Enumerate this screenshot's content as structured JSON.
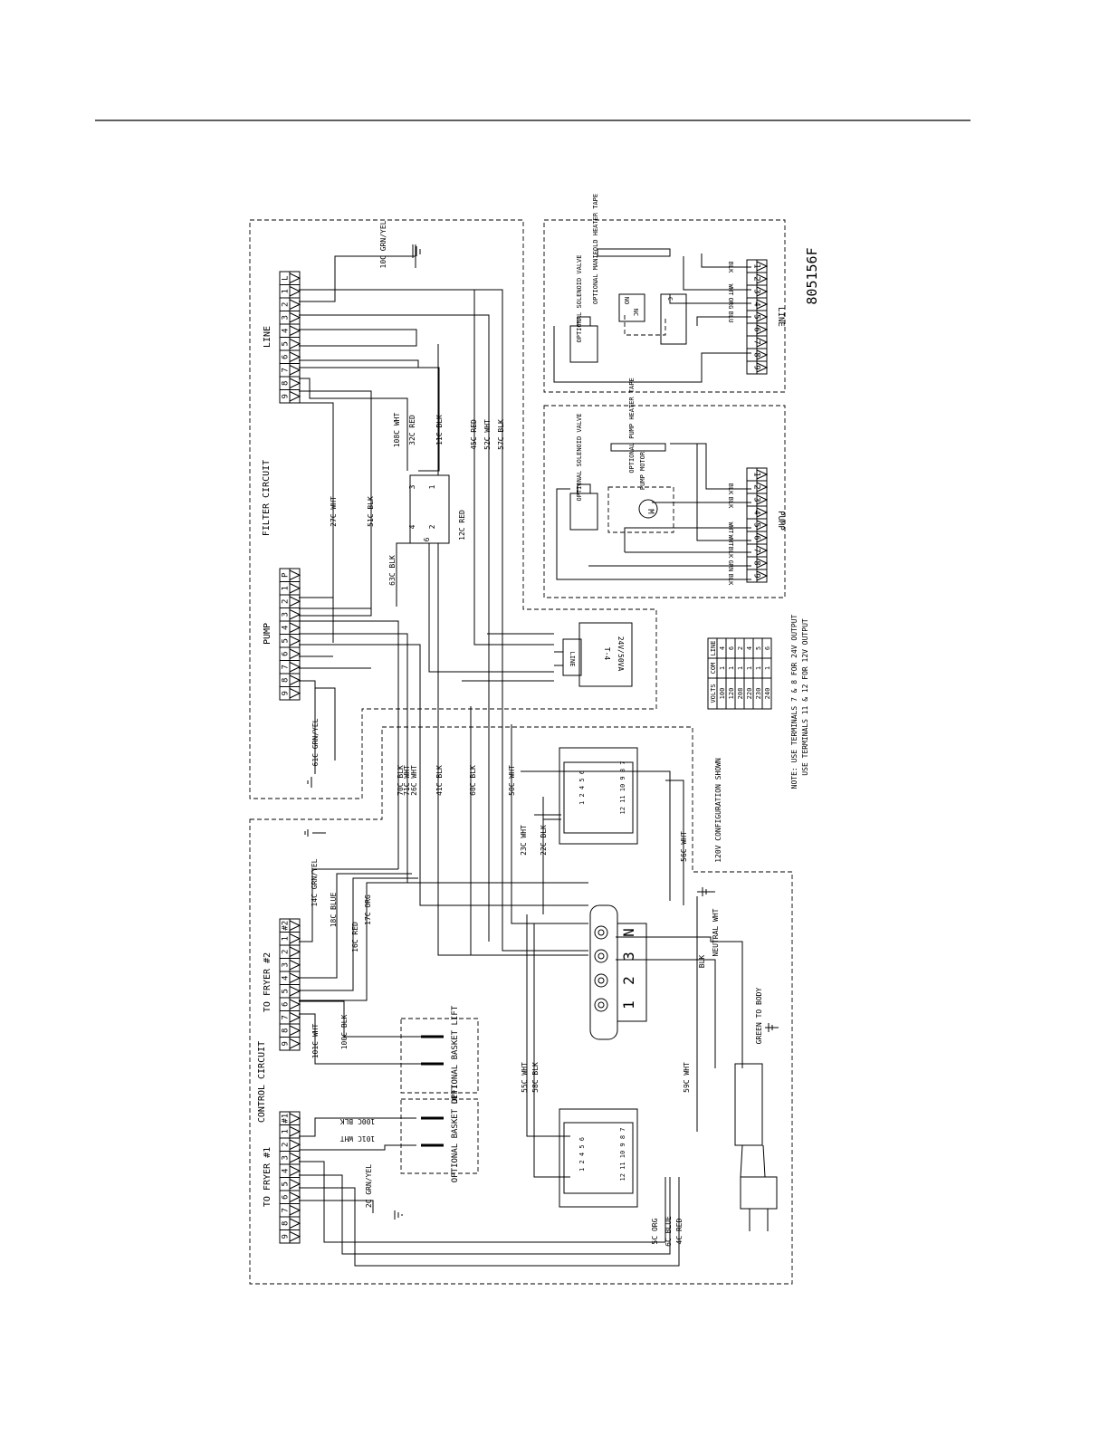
{
  "doc_number": "805156F",
  "sections": {
    "filter_circuit": "FILTER CIRCUIT",
    "control_circuit": "CONTROL CIRCUIT"
  },
  "blocks": {
    "line": "LINE",
    "pump": "PUMP",
    "to_fryer_1": "TO FRYER #1",
    "to_fryer_2": "TO FRYER #2",
    "inset_pump": "PUMP",
    "inset_line": "LINE"
  },
  "terminal_strips": {
    "line_pins": [
      "9",
      "8",
      "7",
      "6",
      "5",
      "4",
      "3",
      "2",
      "1",
      "L"
    ],
    "pump_pins": [
      "9",
      "8",
      "7",
      "6",
      "5",
      "4",
      "3",
      "2",
      "1",
      "P"
    ],
    "fryer1_pins": [
      "9",
      "8",
      "7",
      "6",
      "5",
      "4",
      "3",
      "2",
      "1",
      "#1"
    ],
    "fryer2_pins": [
      "9",
      "8",
      "7",
      "6",
      "5",
      "4",
      "3",
      "2",
      "1",
      "#2"
    ],
    "inset_pins": [
      "9",
      "8",
      "7",
      "6",
      "5",
      "4",
      "3",
      "2",
      "1"
    ]
  },
  "wire_labels": {
    "w10c": "10C GRN/YEL",
    "w108c": "108C WHT",
    "w32c": "32C RED",
    "w11c": "11C BLK",
    "w27c": "27C WHT",
    "w51c": "51C BLK",
    "w63c": "63C BLK",
    "w12c": "12C RED",
    "w45c": "45C RED",
    "w52c": "52C WHT",
    "w57c": "57C BLK",
    "w61c": "61C GRN/YEL",
    "w70c": "70C BLK",
    "w71c": "71C WHT",
    "w26c": "26C WHT",
    "w41c": "41C BLK",
    "w60c": "60C BLK",
    "w50c": "50C WHT",
    "w23c": "23C WHT",
    "w22c": "22C BLK",
    "w56c": "56C WHT",
    "w14c": "14C GRN/YEL",
    "w18c": "18C BLUE",
    "w16c": "16C RED",
    "w17c": "17C ORG",
    "w100c_a": "100C BLK",
    "w101c_a": "101C WHT",
    "w55c": "55C WHT",
    "w58c": "58C BLK",
    "w59c": "59C WHT",
    "w100c_b": "100C BLK",
    "w101c_b": "101C WHT",
    "w2c": "2C GRN/YEL",
    "w5c": "5C ORG",
    "w6c": "6C BLUE",
    "w4c": "4C RED"
  },
  "inset_wires": [
    "BLK",
    "BLK",
    "WHT",
    "WHT",
    "BLK",
    "GRN",
    "BLK"
  ],
  "inset_line_wires": [
    "BLK",
    "WHT",
    "ORG",
    "BLU"
  ],
  "components": {
    "transformer_label": "T-4",
    "transformer_rating": "24V/50VA",
    "transformer_line": "LINE",
    "relay_pins": [
      "3",
      "1",
      "4",
      "2",
      "6"
    ],
    "opt_solenoid_1": "OPTIONAL SOLENOID VALVE",
    "opt_pump_heater": "OPTIONAL PUMP HEATER TAPE",
    "pump_motor": "PUMP MOTOR",
    "motor_symbol": "M",
    "opt_solenoid_2": "OPTIONAL SOLENOID VALVE",
    "opt_manifold_heater": "OPTIONAL MANIFOLD HEATER TAPE",
    "relay_no": "NO",
    "relay_nc": "NC",
    "relay_c": "C",
    "opt_basket_lift_1": "OPTIONAL BASKET LIFT",
    "opt_basket_lift_2": "OPTIONAL BASKET LIFT",
    "terminal_block_numbers": [
      "1",
      "2",
      "3"
    ],
    "terminal_block_n": "N",
    "neutral": "NEUTRAL WHT",
    "blk": "BLK",
    "green_to_body": "GREEN TO BODY",
    "socket_pins_a": "1 2   4 5 6",
    "socket_pins_b": "12 11 10 9 8 7"
  },
  "config_note": "120V CONFIGURATION SHOWN",
  "voltage_table": {
    "headers": [
      "VOLTS",
      "COM",
      "LINE"
    ],
    "rows": [
      [
        "100",
        "1",
        "4"
      ],
      [
        "120",
        "1",
        "6"
      ],
      [
        "208",
        "1",
        "2"
      ],
      [
        "220",
        "1",
        "4"
      ],
      [
        "230",
        "1",
        "5"
      ],
      [
        "240",
        "1",
        "6"
      ]
    ]
  },
  "note_line1": "NOTE:  USE TERMINALS 7 & 8 FOR 24V OUTPUT",
  "note_line2": "USE TERMINALS 11 & 12 FOR 12V OUTPUT"
}
